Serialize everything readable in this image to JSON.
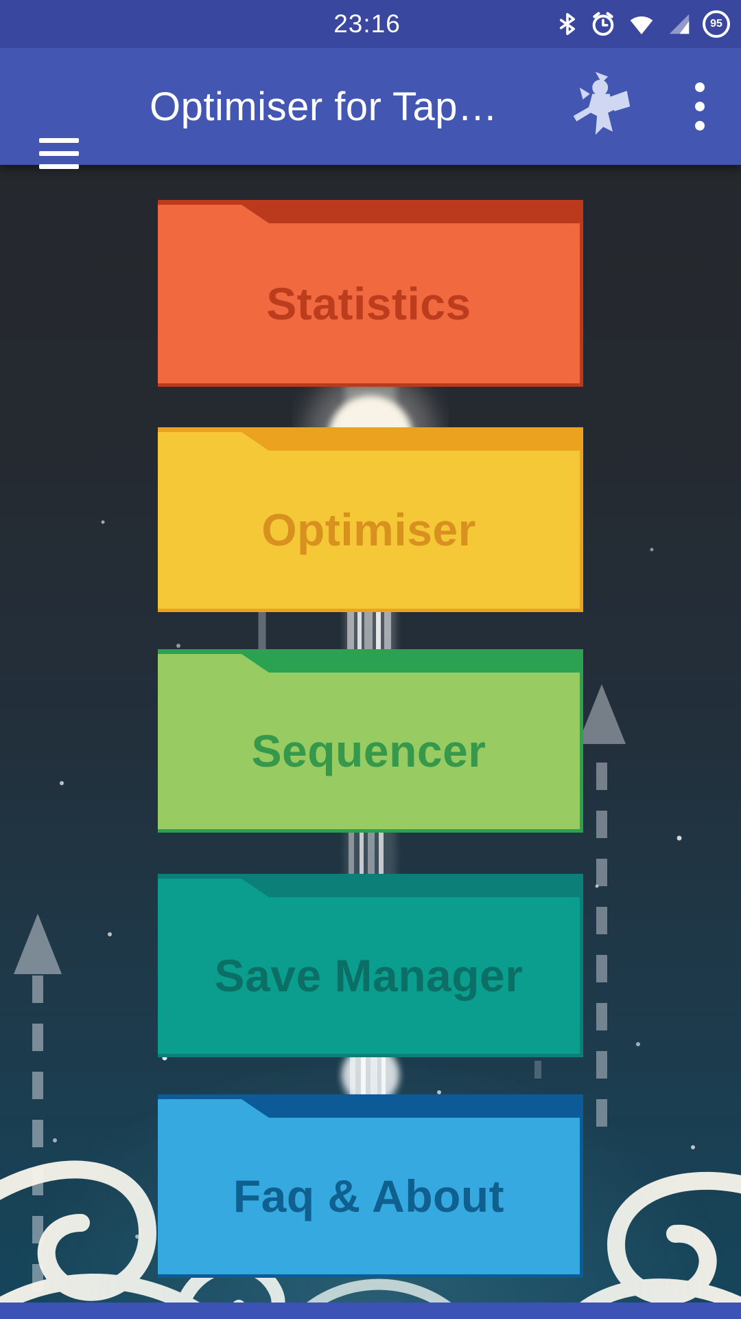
{
  "status_bar": {
    "time": "23:16",
    "battery_level": "95",
    "bg_color": "#3a479e",
    "icons": [
      "bluetooth-icon",
      "alarm-icon",
      "wifi-icon",
      "signal-strength-icon",
      "battery-icon"
    ]
  },
  "app_bar": {
    "title": "Optimiser for Tap…",
    "bg_color": "#4356b2",
    "icons": [
      "menu-icon",
      "character-icon",
      "overflow-menu-icon"
    ]
  },
  "menu": {
    "items": [
      {
        "label": "Statistics",
        "body_color": "#f1693e",
        "tab_color": "#bb3a1e",
        "text_color": "#bc3d1d"
      },
      {
        "label": "Optimiser",
        "body_color": "#f4c836",
        "tab_color": "#eaa21f",
        "text_color": "#d8911f"
      },
      {
        "label": "Sequencer",
        "body_color": "#98cb61",
        "tab_color": "#2aa251",
        "text_color": "#36984b"
      },
      {
        "label": "Save Manager",
        "body_color": "#0b9e8e",
        "tab_color": "#0b7f78",
        "text_color": "#0b6f66"
      },
      {
        "label": "Faq & About",
        "body_color": "#36a9e0",
        "tab_color": "#0d5a99",
        "text_color": "#10608f"
      }
    ]
  },
  "nav_bar": {
    "bg_color": "#3c52b4"
  }
}
